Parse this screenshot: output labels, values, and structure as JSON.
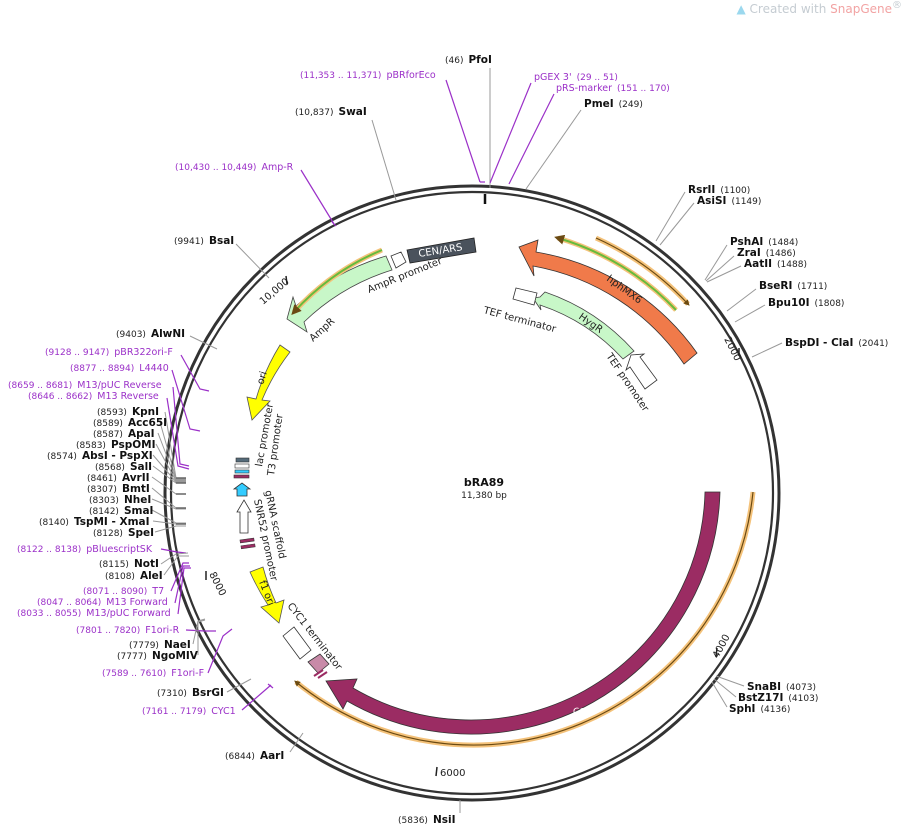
{
  "watermark": {
    "prefix": "Created with ",
    "brand": "SnapGene",
    "mark": "®"
  },
  "plasmid": {
    "name": "bRA89",
    "length": "11,380 bp"
  },
  "ticks": [
    "2000",
    "4000",
    "6000",
    "8000",
    "10,000"
  ],
  "sites": {
    "pfoi": {
      "pos": "(46)",
      "name": "PfoI"
    },
    "pmei": {
      "pos": "(249)",
      "name": "PmeI"
    },
    "swai": {
      "pos": "(10,837)",
      "name": "SwaI"
    },
    "rsrii": {
      "name": "RsrII",
      "pos": "(1100)"
    },
    "asisi": {
      "name": "AsiSI",
      "pos": "(1149)"
    },
    "pshai": {
      "name": "PshAI",
      "pos": "(1484)"
    },
    "zrai": {
      "name": "ZraI",
      "pos": "(1486)"
    },
    "aatii": {
      "name": "AatII",
      "pos": "(1488)"
    },
    "bseri": {
      "name": "BseRI",
      "pos": "(1711)"
    },
    "bpu10i": {
      "name": "Bpu10I",
      "pos": "(1808)"
    },
    "bspdi": {
      "name": "BspDI",
      "sep": " - ",
      "name2": "ClaI",
      "pos": "(2041)"
    },
    "bsai": {
      "pos": "(9941)",
      "name": "BsaI"
    },
    "alwni": {
      "pos": "(9403)",
      "name": "AlwNI"
    },
    "kpni": {
      "pos": "(8593)",
      "name": "KpnI"
    },
    "acc65i": {
      "pos": "(8589)",
      "name": "Acc65I"
    },
    "apai": {
      "pos": "(8587)",
      "name": "ApaI"
    },
    "pspomi": {
      "pos": "(8583)",
      "name": "PspOMI"
    },
    "absi": {
      "pos": "(8574)",
      "name": "AbsI",
      "sep": " - ",
      "name2": "PspXI"
    },
    "sali": {
      "pos": "(8568)",
      "name": "SalI"
    },
    "avrii": {
      "pos": "(8461)",
      "name": "AvrII"
    },
    "bmti": {
      "pos": "(8307)",
      "name": "BmtI"
    },
    "nhei": {
      "pos": "(8303)",
      "name": "NheI"
    },
    "smai": {
      "pos": "(8142)",
      "name": "SmaI"
    },
    "tspmi": {
      "pos": "(8140)",
      "name": "TspMI",
      "sep": " - ",
      "name2": "XmaI"
    },
    "spei": {
      "pos": "(8128)",
      "name": "SpeI"
    },
    "noti": {
      "pos": "(8115)",
      "name": "NotI"
    },
    "alei": {
      "pos": "(8108)",
      "name": "AleI"
    },
    "naei": {
      "pos": "(7779)",
      "name": "NaeI"
    },
    "ngomiv": {
      "pos": "(7777)",
      "name": "NgoMIV"
    },
    "bsrgi": {
      "pos": "(7310)",
      "name": "BsrGI"
    },
    "aari": {
      "pos": "(6844)",
      "name": "AarI"
    },
    "nsii": {
      "pos": "(5836)",
      "name": "NsiI"
    },
    "snabi": {
      "name": "SnaBI",
      "pos": "(4073)"
    },
    "bstz17i": {
      "name": "BstZ17I",
      "pos": "(4103)"
    },
    "sphi": {
      "name": "SphI",
      "pos": "(4136)"
    }
  },
  "primers": {
    "pbrforeco": {
      "range": "(11,353 .. 11,371)",
      "name": "pBRforEco"
    },
    "pgex3": {
      "name": "pGEX 3'",
      "range": "(29 .. 51)"
    },
    "prsmarker": {
      "name": "pRS-marker",
      "range": "(151 .. 170)"
    },
    "ampr": {
      "range": "(10,430 .. 10,449)",
      "name": "Amp-R"
    },
    "pbr322ori": {
      "range": "(9128 .. 9147)",
      "name": "pBR322ori-F"
    },
    "l4440": {
      "range": "(8877 .. 8894)",
      "name": "L4440"
    },
    "m13pucrev": {
      "range": "(8659 .. 8681)",
      "name": "M13/pUC Reverse"
    },
    "m13rev": {
      "range": "(8646 .. 8662)",
      "name": "M13 Reverse"
    },
    "pbluescriptsk": {
      "range": "(8122 .. 8138)",
      "name": "pBluescriptSK"
    },
    "t7": {
      "range": "(8071 .. 8090)",
      "name": "T7"
    },
    "m13fwd": {
      "range": "(8047 .. 8064)",
      "name": "M13 Forward"
    },
    "m13pucfwd": {
      "range": "(8033 .. 8055)",
      "name": "M13/pUC Forward"
    },
    "f1orir": {
      "range": "(7801 .. 7820)",
      "name": "F1ori-R"
    },
    "f1orif": {
      "range": "(7589 .. 7610)",
      "name": "F1ori-F"
    },
    "cyc1": {
      "range": "(7161 .. 7179)",
      "name": "CYC1"
    }
  },
  "features": {
    "cenars": "CEN/ARS",
    "amprpromoter": "AmpR promoter",
    "ampr": "AmpR",
    "ori": "ori",
    "lacpromoter": "lac promoter",
    "t3promoter": "T3 promoter",
    "grnascaffold": "gRNA scaffold",
    "snr52promoter": "SNR52 promoter",
    "f1ori": "f1 ori",
    "cyc1terminator": "CYC1 terminator",
    "cas9": "Cas9",
    "hphmx6": "hphMX6",
    "hygr": "HygR",
    "tefterminator": "TEF terminator",
    "tefpromoter": "TEF promoter"
  },
  "colors": {
    "backbone": "#333333",
    "cas9": "#9b2c63",
    "hphmx6": "#f07a4a",
    "hygr": "#c8f7c8",
    "ampr": "#c8f7c8",
    "ori": "#ffff00",
    "f1ori": "#ffff00",
    "cenars": "#4a525c",
    "orf_highlight": "#f4c27a",
    "green_orf": "#66bb3c",
    "primer": "#9b30c8",
    "promoter_blue": "#33ccff"
  }
}
